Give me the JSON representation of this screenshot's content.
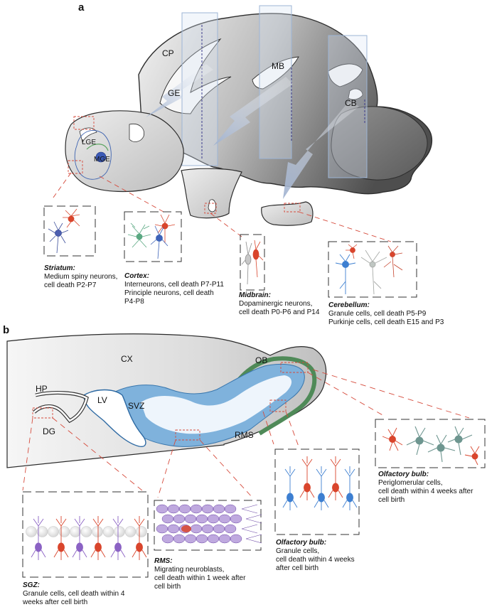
{
  "panel_a": {
    "letter": "a",
    "regions": {
      "cp": "CP",
      "ge": "GE",
      "mb": "MB",
      "cb": "CB",
      "lge": "LGE",
      "mge": "MGE"
    },
    "captions": {
      "striatum": {
        "title": "Striatum:",
        "lines": [
          "Medium spiny neurons,",
          "cell death P2-P7"
        ]
      },
      "cortex": {
        "title": "Cortex:",
        "lines": [
          "Interneurons, cell death P7-P11",
          "Principle neurons, cell death",
          "P4-P8"
        ]
      },
      "midbrain": {
        "title": "Midbrain:",
        "lines": [
          "Dopaminergic neurons,",
          "cell death P0-P6 and P14"
        ]
      },
      "cerebellum": {
        "title": "Cerebellum:",
        "lines": [
          "Granule cells, cell death P5-P9",
          "Purkinje cells, cell death E15 and P3"
        ]
      }
    }
  },
  "panel_b": {
    "letter": "b",
    "regions": {
      "cx": "CX",
      "ob": "OB",
      "hp": "HP",
      "lv": "LV",
      "svz": "SVZ",
      "dg": "DG",
      "rms": "RMS"
    },
    "captions": {
      "ob_periglomerular": {
        "title": "Olfactory bulb:",
        "lines": [
          "Periglomerular cells,",
          "cell death within 4 weeks after",
          "cell birth"
        ]
      },
      "ob_granule": {
        "title": "Olfactory bulb:",
        "lines": [
          "Granule cells,",
          "cell death within 4 weeks",
          "after cell birth"
        ]
      },
      "rms": {
        "title": "RMS:",
        "lines": [
          "Migrating neuroblasts,",
          "cell death within 1 week after",
          "cell birth"
        ]
      },
      "sgz": {
        "title": "SGZ:",
        "lines": [
          "Granule cells, cell death within 4",
          "weeks after cell birth"
        ]
      }
    }
  },
  "colors": {
    "red_neuron": "#d9452c",
    "blue_neuron": "#3d7fd1",
    "green_neuron": "#5aa882",
    "teal_neuron": "#6e9690",
    "purple_neuron": "#8b62c4",
    "rms_stream": "#7fb2dc",
    "ob_green": "#4f8a58",
    "dashed_red": "#d64b3c",
    "brain_gray": "#8a8a8a"
  }
}
